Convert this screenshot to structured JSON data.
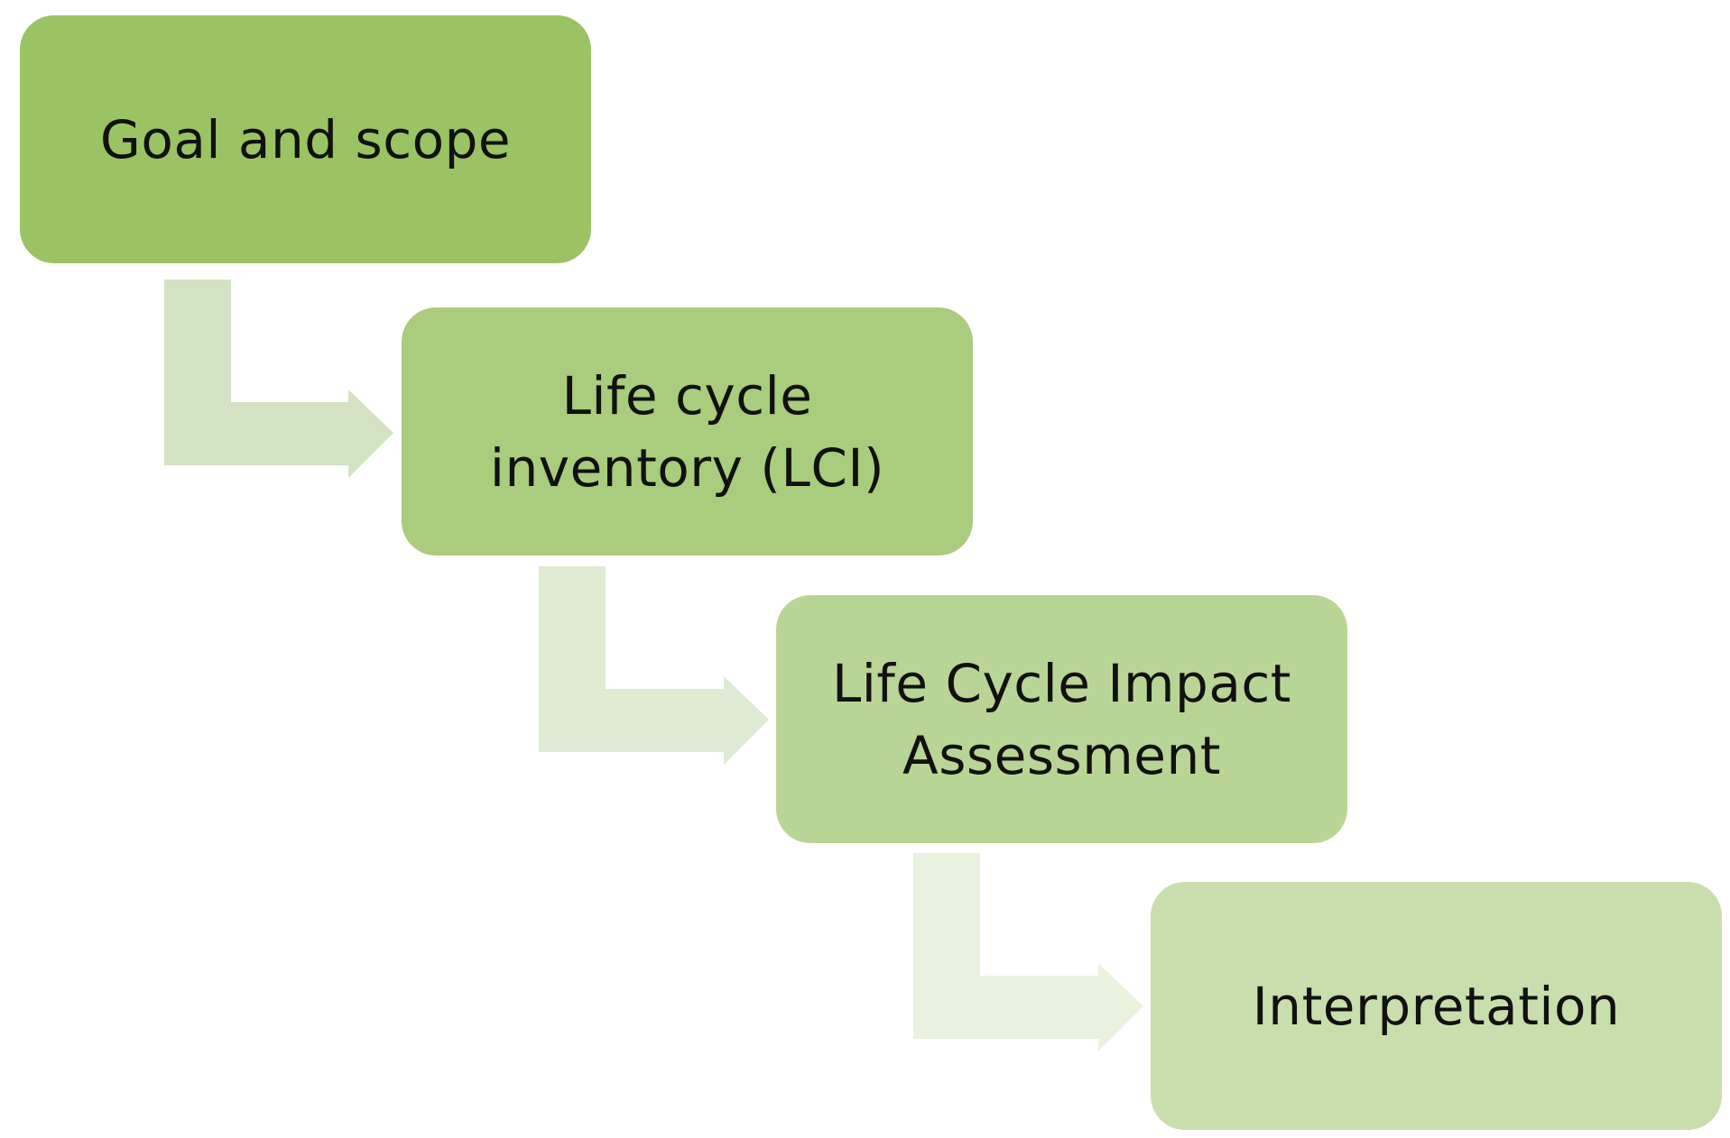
{
  "diagram": {
    "stages": [
      {
        "label": "Goal and scope",
        "color": "#9bc363"
      },
      {
        "label": "Life cycle inventory (LCI)",
        "color": "#a9cc7d"
      },
      {
        "label": "Life Cycle Impact Assessment",
        "color": "#b9d596"
      },
      {
        "label": "Interpretation",
        "color": "#c8dfad"
      }
    ],
    "arrows": [
      {
        "from": "Goal and scope",
        "to": "Life cycle inventory (LCI)",
        "color": "#d3e2c3"
      },
      {
        "from": "Life cycle inventory (LCI)",
        "to": "Life Cycle Impact Assessment",
        "color": "#deead1"
      },
      {
        "from": "Life Cycle Impact Assessment",
        "to": "Interpretation",
        "color": "#e9f1df"
      }
    ]
  }
}
